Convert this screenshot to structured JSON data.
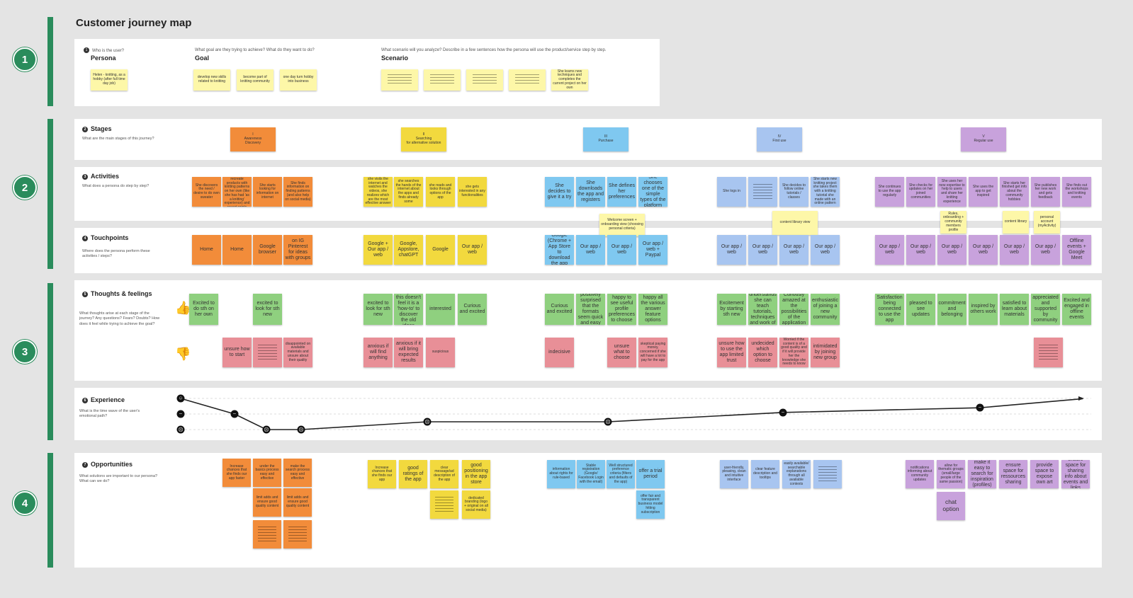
{
  "title": "Customer journey map",
  "colors": {
    "orange": "#f28c3a",
    "yellow": "#f2d93e",
    "blue": "#7fc8f0",
    "periwinkle": "#a8c5f0",
    "purple": "#c8a2dc",
    "green": "#8fd07f",
    "pink": "#e88f97",
    "light_yellow": "#fdf7a8",
    "accent": "#2a8c5c"
  },
  "sections": [
    "1",
    "2",
    "3",
    "4"
  ],
  "persona": {
    "q_number": "1",
    "persona_q": "Who is the user?",
    "persona_h": "Persona",
    "goal_q": "What goal are they trying to achieve? What do they want to do?",
    "goal_h": "Goal",
    "scenario_q": "What scenario will you analyze? Describe in a few sentences how the persona will use the product/service step by step.",
    "scenario_h": "Scenario",
    "persona_note": "Helen - knitting, as a hobby (after full time day job)",
    "goal_notes": [
      "develop new skills related to knitting",
      "become part of knitting community",
      "one day turn hobby into business"
    ],
    "scenario_notes": [
      "",
      "",
      "",
      "",
      "She learns new techniques and completes the current project on her own"
    ]
  },
  "rows": {
    "stages": {
      "num": "2",
      "label": "Stages",
      "desc": "What are the main stages of this journey?"
    },
    "activities": {
      "num": "3",
      "label": "Activities",
      "desc": "What does a persona do step by step?"
    },
    "touchpoints": {
      "num": "4",
      "label": "Touchpoints",
      "desc": "Where does the persona perform these activities / steps?"
    },
    "thoughts": {
      "num": "5",
      "label": "Thoughts & feelings",
      "desc": "What thoughts arise at each stage of the journey? Any questions? Fears? Doubts? How does it feel while trying to achieve the goal?"
    },
    "experience": {
      "num": "6",
      "label": "Experience",
      "desc": "What is the time wave of the user's emotional path?"
    },
    "opportunities": {
      "num": "7",
      "label": "Opportunities",
      "desc": "What solutions are important to our persona? What can we do?"
    }
  },
  "stage_notes": [
    "I\nAwareness\nDiscovery",
    "II\nSearching\nfor alternative solution",
    "III\nPurchase",
    "IV\nFirst use",
    "V\nRegular use"
  ],
  "activities": [
    [
      "She discovers the need / desire to do own sweater",
      "She wants to recreate products with knitting patterns on her own (like she has had 'as a knitting' experience) and recent prints",
      "She starts looking for information on internet",
      "She finds information on finding patterns (and also help on social media)"
    ],
    [
      "she visits the internet and watches the videos, she realizes which are the most effective answer",
      "she searches the hands of the internet about the apps and finds already some",
      "she reads and looks through options of the app",
      "she gets interested in any functionalities"
    ],
    [
      "She decides to give it a try",
      "She downloads the app and registers",
      "She defines her preferences",
      "She chooses one of the simple types of the platform"
    ],
    [
      "She logs in",
      "",
      "She decides to follow online tutorials / classes",
      "She starts new knitting project she takes them with a knitting tutorial she made with an online pattern"
    ],
    [
      "She continues to use the app regularly",
      "She checks for updates on her joined communities",
      "She uses her new expertise to help to users and share her knitting experience",
      "She uses the app to get inspired",
      "She starts her finished get info about the community hobbies",
      "She publishes her new work and gets feedback",
      "She finds out the workshops and knitting events"
    ]
  ],
  "welcome_note": "Welcome screen + onboarding view (choosing personal criteria)",
  "content_library_note": "content library view",
  "small_notes": [
    "Rules, onboarding + community members profile",
    "content library",
    "personal account (myActivity)"
  ],
  "touchpoints": [
    [
      "Home",
      "Home",
      "Google browser",
      "on IG Pinterest for ideas with groups"
    ],
    [
      "Google + Our app / web",
      "Google, Appstore, chatGPT",
      "Google",
      "Our app / web"
    ],
    [
      "Google (Chrome + App Store to download the app",
      "Our app / web",
      "Our app / web",
      "Our app / web + Paypal"
    ],
    [
      "Our app / web",
      "Our app / web",
      "Our app / web",
      "Our app / web"
    ],
    [
      "Our app / web",
      "Our app / web",
      "Our app / web",
      "Our app / web",
      "Our app / web",
      "Our app / web",
      "Offline events + Google Meet"
    ]
  ],
  "positive": [
    [
      "Excited to do sth on her own",
      "excited to look for sth new"
    ],
    [
      "excited to look for sth new",
      "Intrigued: this doesn't feel it is a 'how-to' to discover the old ideas",
      "interested",
      "Curious and excited"
    ],
    [
      "Curious and excited",
      "positively surprised that the formats seem quick and easy",
      "happy to see useful profile preferences to choose",
      "happy all the various answer feature options"
    ],
    [
      "Excitement by starting sth new",
      "she understands she can teach tutorials, techniques and work of the app",
      "Curiously amazed at the possibilities of the application",
      "enthusiastic of joining a new community"
    ],
    [
      "Satisfaction being connected to use the app",
      "pleased to see updates",
      "commitment and belonging",
      "inspired by others work",
      "satisfied to learn about materials",
      "appreciated and supported by community",
      "Excited and engaged in offline events"
    ]
  ],
  "negative": [
    [
      "unsure how to start",
      "",
      "disappointed on available materials and unsure about their quality"
    ],
    [
      "anxious if will find anything",
      "anxious if it will bring expected results",
      "suspicious"
    ],
    [
      "indecisive",
      "unsure what to choose",
      "skeptical paying money, concerned if she will have a lot to pay for the app"
    ],
    [
      "unsure how to use the app limited trust",
      "undecided which option to choose",
      "Worried if the content is of a good quality and if it will provide her the knowledge she needs to know",
      "intimidated by joining new group"
    ],
    [
      ""
    ]
  ],
  "experience_levels": [
    "good",
    "neutral",
    "bad"
  ],
  "experience_points": [
    0,
    1,
    2,
    2,
    1.5,
    1.5,
    0.9,
    0.6,
    0.02,
    -0.1
  ],
  "opportunities": [
    [
      "Increase chances that she finds our app faster",
      "under the basics process easy and effective",
      "make the search process easy and effective",
      "limit adds and ensure good quality content",
      "limit adds and ensure good quality content",
      "",
      ""
    ],
    [
      "Increase chances that she finds our app",
      "good ratings of the app",
      "clear message/ad description of the app",
      "good positioning in the app store",
      "",
      "dedicated branding (logo + original on all social media)"
    ],
    [
      "information about rights for rule-based",
      "Stable registration (Google/ Facebook Login with the email)",
      "Well structured preference criteria (filters and defaults of the app)",
      "offer a trial period",
      "offer fair and transparent business model hitting subscription"
    ],
    [
      "user-friendly, pleasing, clean and intuitive interface",
      "clear feature description and tooltips",
      "easily available/ searchable explanations through all available contexts",
      ""
    ],
    [
      "notifications informing about community updates",
      "allow for thematic groups (small/large people of the same passion)",
      "make it easy to search for inspiration (profiles)",
      "ensure space for ressources sharing",
      "provide space to expose own art",
      "ensure space for sharing info about events and links",
      "chat option"
    ]
  ]
}
